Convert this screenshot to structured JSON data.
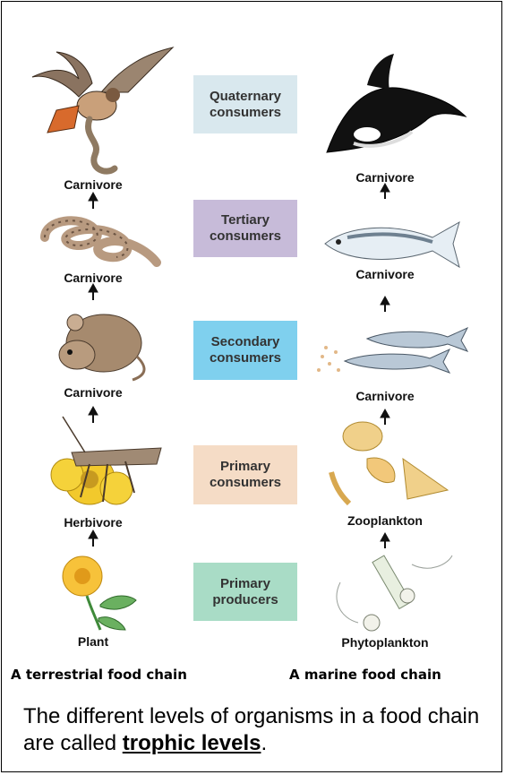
{
  "levels": [
    {
      "name": "Quaternary consumers",
      "line1": "Quaternary",
      "line2": "consumers",
      "color": "#d9e8ee"
    },
    {
      "name": "Tertiary consumers",
      "line1": "Tertiary",
      "line2": "consumers",
      "color": "#c7bbd9"
    },
    {
      "name": "Secondary consumers",
      "line1": "Secondary",
      "line2": "consumers",
      "color": "#7fd0ee"
    },
    {
      "name": "Primary consumers",
      "line1": "Primary",
      "line2": "consumers",
      "color": "#f5dcc6"
    },
    {
      "name": "Primary producers",
      "line1": "Primary",
      "line2": "producers",
      "color": "#a9dcc6"
    }
  ],
  "terrestrial": {
    "title": "A terrestrial food chain",
    "labels": [
      "Carnivore",
      "Carnivore",
      "Carnivore",
      "Herbivore",
      "Plant"
    ],
    "icons": [
      "hawk-icon",
      "snake-icon",
      "mouse-icon",
      "grasshopper-icon",
      "flower-icon"
    ]
  },
  "marine": {
    "title": "A marine food chain",
    "labels": [
      "Carnivore",
      "Carnivore",
      "Carnivore",
      "Zooplankton",
      "Phytoplankton"
    ],
    "icons": [
      "orca-icon",
      "tuna-icon",
      "anchovy-icon",
      "zooplankton-icon",
      "phytoplankton-icon"
    ]
  },
  "caption": {
    "text_before": "The different levels of organisms in a food chain are called ",
    "term": "trophic levels",
    "text_after": "."
  }
}
